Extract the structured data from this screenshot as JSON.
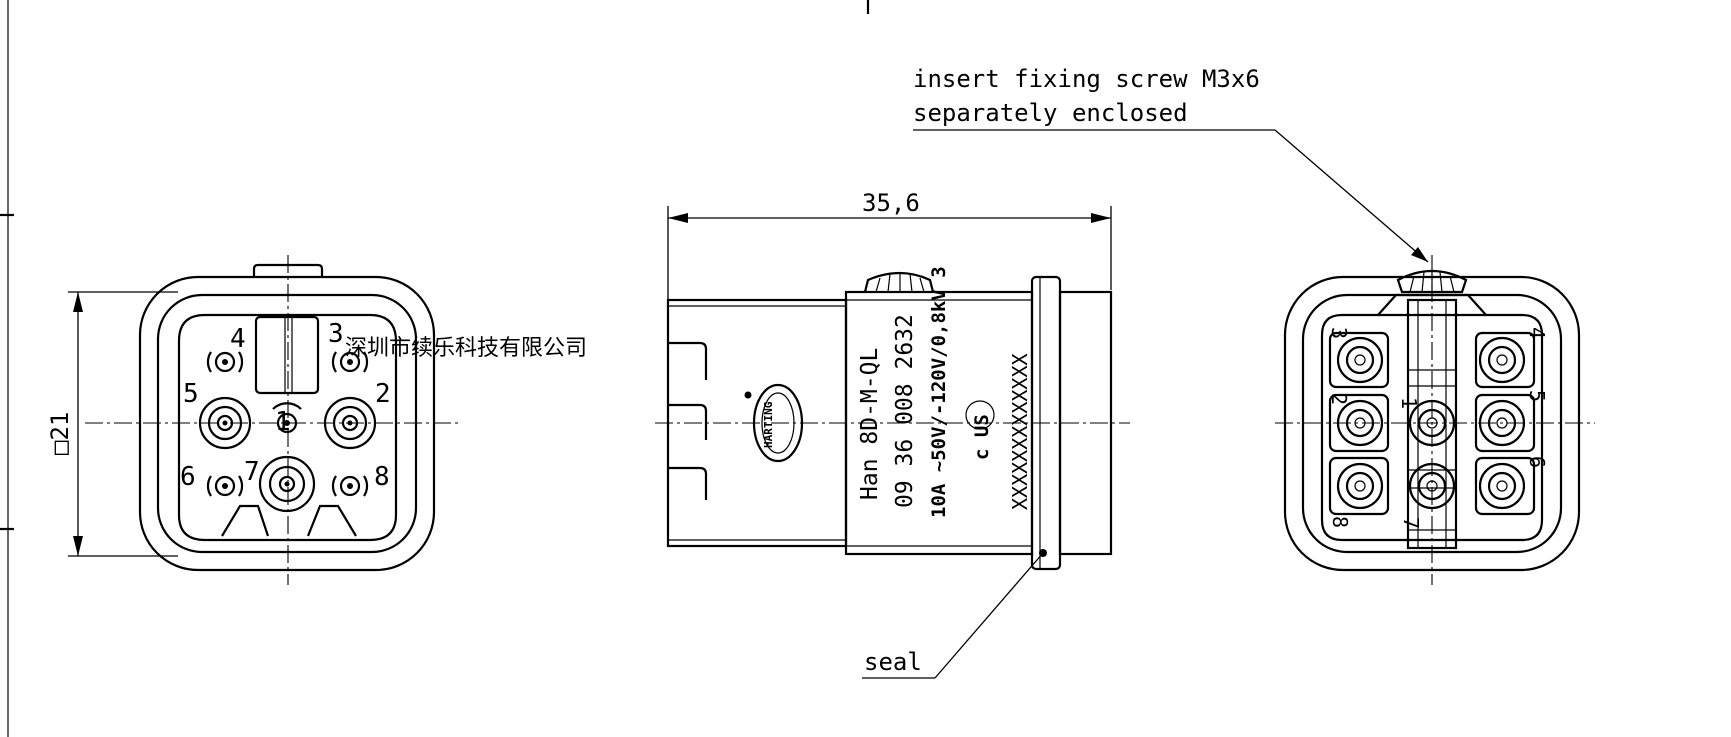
{
  "annotations": {
    "screw_note_line1": "insert fixing screw M3x6",
    "screw_note_line2": "separately enclosed",
    "seal": "seal",
    "width_dimension": "35,6",
    "square_dimension": "□21"
  },
  "watermark": "深圳市续乐科技有限公司",
  "front_view": {
    "pins": [
      "1",
      "2",
      "3",
      "4",
      "5",
      "6",
      "7",
      "8"
    ]
  },
  "rear_view": {
    "pins": [
      "1",
      "2",
      "3",
      "4",
      "5",
      "6",
      "7",
      "8"
    ]
  },
  "product_marking": {
    "logo": "HARTING",
    "line1": "Han 8D-M-QL",
    "line2": "09 36 008 2632",
    "line3": "10A ~50V/-120V/0,8kV 3",
    "cert": "c   US",
    "serial": "XXXXXXXXXXXXX"
  }
}
